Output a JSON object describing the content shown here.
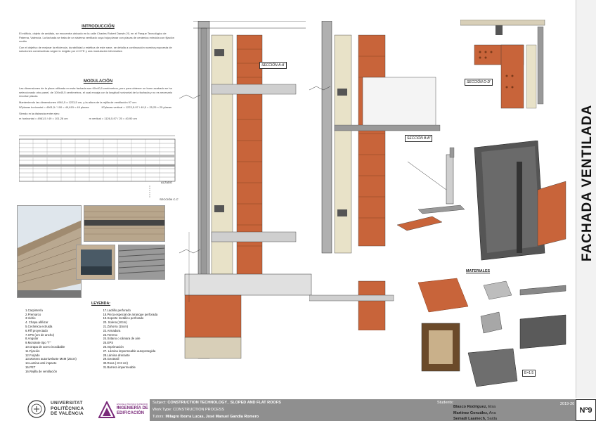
{
  "title": "FACHADA VENTILADA",
  "intro": {
    "heading": "INTRODUCCIÓN",
    "p1": "El edificio, objeto de análisis, se encuentra ubicado en la calle Charles Robert Darwin 20, en el Parque Tecnológico de Paterna, Valencia. La fachada se trata de un sistema ventilado cuya hoja planar con placas de cerámica extruida con fijación oculta",
    "p2": "Con el objetivo de mejorar la eficiencia, durabilidad y estética de este nave, se detalla a continuación nuestra propuesta de soluciones constructivas según lo exigido por el CTE y una modulación informativa"
  },
  "modulacion": {
    "heading": "MODULACIÓN",
    "p1": "Las dimensiones de la placa utilizada en esta fachada son 60x40,5 centímetros, pero para obtener un buen acabado se ha seleccionado otro panel, de 100x40,5 centímetros, el cual encaja con la longitud horizontal de la fachada y no es necesario recortar placas",
    "p2": "Manteniendo las dimensiones 4961,5 x 1223,5 cm, y la altura de la rejilla de ventilación 97 cm:",
    "f1": "Nºplacas horizontal = 4961,5 / 100 = 49,615 ≈ 49 placas",
    "f2": "Nºplacas vertical = 1223,5-97 / 40,5 = 25,25 ≈ 25 placas",
    "p3": "Siendo m la distancia entre ejes:",
    "f3": "m horizontal = 4961,5 / 49 = 101,26 cm",
    "f4": "m vertical = 1126,5-97 / 25 = 40,90 cm",
    "elev_label": "ALZADO",
    "sec_label": "SECCIÓN C-C'"
  },
  "sections": {
    "aa": "SECCIÓN  A-A'",
    "bb": "SECCIÓN  B-B'",
    "dd": "SECCIÓN  D-D'"
  },
  "materiales": "MATERIALES",
  "escala": "E=1:5",
  "legend": {
    "heading": "LEYENDA:",
    "col1": [
      "1.Carpintería",
      "2.Premarco",
      "3.Vidrio",
      "4. Chapa alféizar",
      "5.Cerámica extruida",
      "6.Fiff proyectado",
      "7.XPS  (1m de ancho)",
      "8.Angular",
      "9.Montante tipo \"T\"",
      "10.Grapa de acero inoxidable",
      "11.Fijación",
      "12.Forjado",
      "13.Mortero autonivelante M4M (25cm)",
      "14.Lamina anti impacto",
      "15.PET",
      "16.Rejilla de ventilación"
    ],
    "col2": [
      "17.Ladrillo perforado",
      "18.Pieza especial de arranque perforada",
      "19.Soporte metálico perforado",
      "20. Solera (10cm)",
      "21.Zahorra (15cm)",
      "22.Armadura",
      "23.Terreno",
      "24.Sótano o cámara de aire",
      "25.EPS",
      "26.Imprimación",
      "27. Lámina impermeable autoprotegida",
      "28.Lámina drenante",
      "29.Geotextil",
      "30.Roca ( 3<3 cm)",
      "31.Barrera impermeable"
    ]
  },
  "footer": {
    "subject_label": "Subject:",
    "subject": "CONSTRUCTION TECHNOLOGY_ SLOPED AND FLAT ROOFS",
    "work_label": "Work Type:",
    "work": "CONSTRUCTION PROCESS",
    "tutors_label": "Tutors:",
    "tutors": "Milagro Iborra Lucas, José Manuel Gandía Romero",
    "students_label": "Students:",
    "students": [
      {
        "bold": "Blasco Rodríguez,",
        "rest": " Elsa"
      },
      {
        "bold": "Martínez González,",
        "rest": " Ana"
      },
      {
        "bold": "Semadi Laamech,",
        "rest": " Saida"
      }
    ],
    "year": "2019-20",
    "sheet": "Nº9",
    "upv": [
      "UNIVERSITAT",
      "POLITÈCNICA",
      "DE VALÈNCIA"
    ],
    "school_small": "ESCUELA TÉCNICA SUPERIOR DE",
    "school": [
      "INGENIERÍA DE",
      "EDIFICACIÓN"
    ]
  },
  "colors": {
    "brick": "#c8643a",
    "gray": "#8f8f8f",
    "insulation": "#e8e2c8",
    "concrete": "#cfcfcf",
    "accent": "#7a2a7a"
  }
}
